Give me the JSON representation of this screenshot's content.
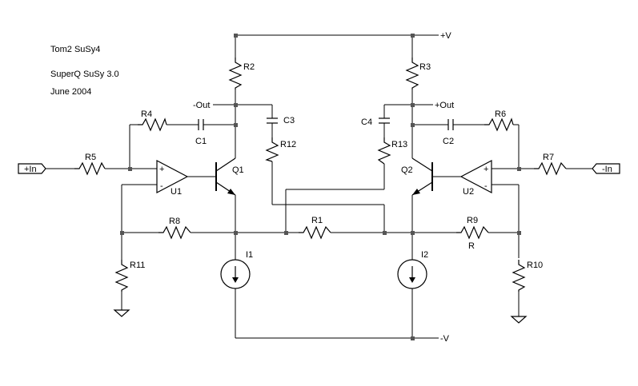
{
  "header": {
    "line1": "Tom2   SuSy4",
    "line2": "SuperQ SuSy 3.0",
    "line3": "June 2004"
  },
  "rails": {
    "vplus": "+V",
    "vminus": "-V",
    "out_neg": "-Out",
    "out_pos": "+Out"
  },
  "ports": {
    "in_pos": "+In",
    "in_neg": "-In"
  },
  "resistors": {
    "r1": "R1",
    "r2": "R2",
    "r3": "R3",
    "r4": "R4",
    "r5": "R5",
    "r6": "R6",
    "r7": "R7",
    "r8": "R8",
    "r9": "R9",
    "r9_value": "R",
    "r10": "R10",
    "r11": "R11",
    "r12": "R12",
    "r13": "R13"
  },
  "capacitors": {
    "c1": "C1",
    "c2": "C2",
    "c3": "C3",
    "c4": "C4"
  },
  "transistors": {
    "q1": "Q1",
    "q2": "Q2"
  },
  "opamps": {
    "u1": "U1",
    "u2": "U2",
    "plus": "+",
    "minus": "-"
  },
  "sources": {
    "i1": "I1",
    "i2": "I2"
  }
}
